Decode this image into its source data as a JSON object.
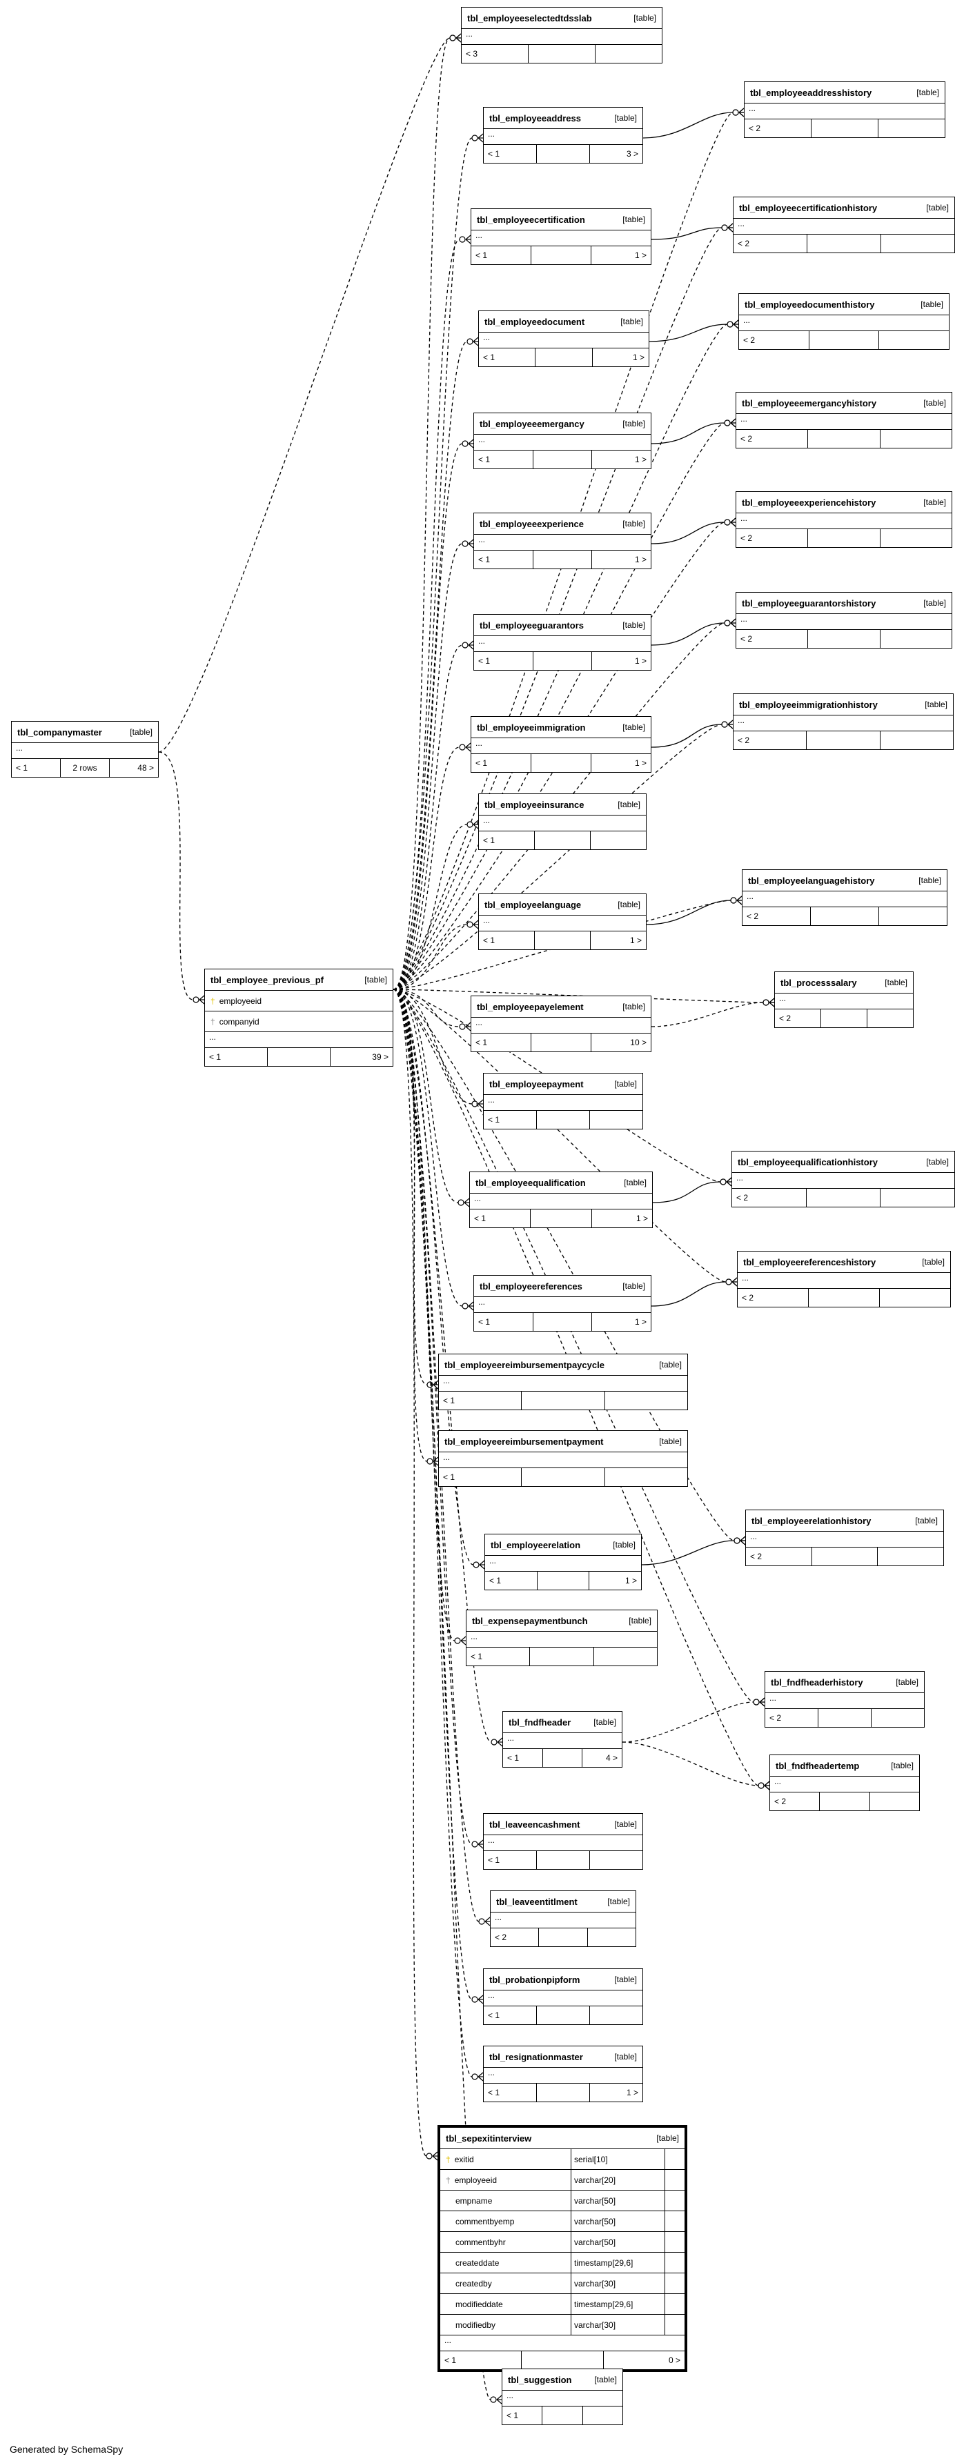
{
  "footer": {
    "generated_by": "Generated by SchemaSpy"
  },
  "type_label": "[table]",
  "ellipsis": "...",
  "tables": [
    {
      "id": "t_selectedtdsslab",
      "name": "tbl_employeeselectedtdsslab",
      "foot": [
        "< 3",
        "",
        ""
      ],
      "cols": []
    },
    {
      "id": "t_addresshistory",
      "name": "tbl_employeeaddresshistory",
      "foot": [
        "< 2",
        "",
        ""
      ],
      "cols": []
    },
    {
      "id": "t_address",
      "name": "tbl_employeeaddress",
      "foot": [
        "< 1",
        "",
        "3 >"
      ],
      "cols": []
    },
    {
      "id": "t_certhistory",
      "name": "tbl_employeecertificationhistory",
      "foot": [
        "< 2",
        "",
        ""
      ],
      "cols": []
    },
    {
      "id": "t_cert",
      "name": "tbl_employeecertification",
      "foot": [
        "< 1",
        "",
        "1 >"
      ],
      "cols": []
    },
    {
      "id": "t_dochistory",
      "name": "tbl_employeedocumenthistory",
      "foot": [
        "< 2",
        "",
        ""
      ],
      "cols": []
    },
    {
      "id": "t_doc",
      "name": "tbl_employeedocument",
      "foot": [
        "< 1",
        "",
        "1 >"
      ],
      "cols": []
    },
    {
      "id": "t_emerghistory",
      "name": "tbl_employeeemergancyhistory",
      "foot": [
        "< 2",
        "",
        ""
      ],
      "cols": []
    },
    {
      "id": "t_emerg",
      "name": "tbl_employeeemergancy",
      "foot": [
        "< 1",
        "",
        "1 >"
      ],
      "cols": []
    },
    {
      "id": "t_exphistory",
      "name": "tbl_employeeexperiencehistory",
      "foot": [
        "< 2",
        "",
        ""
      ],
      "cols": []
    },
    {
      "id": "t_exp",
      "name": "tbl_employeeexperience",
      "foot": [
        "< 1",
        "",
        "1 >"
      ],
      "cols": []
    },
    {
      "id": "t_guarhistory",
      "name": "tbl_employeeguarantorshistory",
      "foot": [
        "< 2",
        "",
        ""
      ],
      "cols": []
    },
    {
      "id": "t_guar",
      "name": "tbl_employeeguarantors",
      "foot": [
        "< 1",
        "",
        "1 >"
      ],
      "cols": []
    },
    {
      "id": "t_companymaster",
      "name": "tbl_companymaster",
      "foot": [
        "< 1",
        "2 rows",
        "48 >"
      ],
      "cols": []
    },
    {
      "id": "t_immighistory",
      "name": "tbl_employeeimmigrationhistory",
      "foot": [
        "< 2",
        "",
        ""
      ],
      "cols": []
    },
    {
      "id": "t_immig",
      "name": "tbl_employeeimmigration",
      "foot": [
        "< 1",
        "",
        "1 >"
      ],
      "cols": []
    },
    {
      "id": "t_insurance",
      "name": "tbl_employeeinsurance",
      "foot": [
        "< 1",
        "",
        ""
      ],
      "cols": []
    },
    {
      "id": "t_langhistory",
      "name": "tbl_employeelanguagehistory",
      "foot": [
        "< 2",
        "",
        ""
      ],
      "cols": []
    },
    {
      "id": "t_lang",
      "name": "tbl_employeelanguage",
      "foot": [
        "< 1",
        "",
        "1 >"
      ],
      "cols": []
    },
    {
      "id": "t_prevpf",
      "name": "tbl_employee_previous_pf",
      "foot": [
        "< 1",
        "",
        "39 >"
      ],
      "cols": [
        {
          "name": "employeeid",
          "key": "pk"
        },
        {
          "name": "companyid",
          "key": "fk"
        }
      ]
    },
    {
      "id": "t_processsalary",
      "name": "tbl_processsalary",
      "foot": [
        "< 2",
        "",
        ""
      ],
      "cols": []
    },
    {
      "id": "t_payelement",
      "name": "tbl_employeepayelement",
      "foot": [
        "< 1",
        "",
        "10 >"
      ],
      "cols": []
    },
    {
      "id": "t_payment",
      "name": "tbl_employeepayment",
      "foot": [
        "< 1",
        "",
        ""
      ],
      "cols": []
    },
    {
      "id": "t_qualhistory",
      "name": "tbl_employeequalificationhistory",
      "foot": [
        "< 2",
        "",
        ""
      ],
      "cols": []
    },
    {
      "id": "t_qual",
      "name": "tbl_employeequalification",
      "foot": [
        "< 1",
        "",
        "1 >"
      ],
      "cols": []
    },
    {
      "id": "t_refhistory",
      "name": "tbl_employeereferenceshistory",
      "foot": [
        "< 2",
        "",
        ""
      ],
      "cols": []
    },
    {
      "id": "t_ref",
      "name": "tbl_employeereferences",
      "foot": [
        "< 1",
        "",
        "1 >"
      ],
      "cols": []
    },
    {
      "id": "t_reimbcycle",
      "name": "tbl_employeereimbursementpaycycle",
      "foot": [
        "< 1",
        "",
        ""
      ],
      "cols": []
    },
    {
      "id": "t_reimbpay",
      "name": "tbl_employeereimbursementpayment",
      "foot": [
        "< 1",
        "",
        ""
      ],
      "cols": []
    },
    {
      "id": "t_relhistory",
      "name": "tbl_employeerelationhistory",
      "foot": [
        "< 2",
        "",
        ""
      ],
      "cols": []
    },
    {
      "id": "t_rel",
      "name": "tbl_employeerelation",
      "foot": [
        "< 1",
        "",
        "1 >"
      ],
      "cols": []
    },
    {
      "id": "t_expbunch",
      "name": "tbl_expensepaymentbunch",
      "foot": [
        "< 1",
        "",
        ""
      ],
      "cols": []
    },
    {
      "id": "t_fndfhistory",
      "name": "tbl_fndfheaderhistory",
      "foot": [
        "< 2",
        "",
        ""
      ],
      "cols": []
    },
    {
      "id": "t_fndf",
      "name": "tbl_fndfheader",
      "foot": [
        "< 1",
        "",
        "4 >"
      ],
      "cols": []
    },
    {
      "id": "t_fndftemp",
      "name": "tbl_fndfheadertemp",
      "foot": [
        "< 2",
        "",
        ""
      ],
      "cols": []
    },
    {
      "id": "t_leaveencash",
      "name": "tbl_leaveencashment",
      "foot": [
        "< 1",
        "",
        ""
      ],
      "cols": []
    },
    {
      "id": "t_leaveent",
      "name": "tbl_leaveentitlment",
      "foot": [
        "< 2",
        "",
        ""
      ],
      "cols": []
    },
    {
      "id": "t_probation",
      "name": "tbl_probationpipform",
      "foot": [
        "< 1",
        "",
        ""
      ],
      "cols": []
    },
    {
      "id": "t_resign",
      "name": "tbl_resignationmaster",
      "foot": [
        "< 1",
        "",
        "1 >"
      ],
      "cols": []
    },
    {
      "id": "t_sepexit",
      "name": "tbl_sepexitinterview",
      "foot": [
        "< 1",
        "",
        "0 >"
      ],
      "cols": [
        {
          "name": "exitid",
          "type": "serial[10]",
          "key": "pk"
        },
        {
          "name": "employeeid",
          "type": "varchar[20]",
          "key": "fk"
        },
        {
          "name": "empname",
          "type": "varchar[50]",
          "key": ""
        },
        {
          "name": "commentbyemp",
          "type": "varchar[50]",
          "key": ""
        },
        {
          "name": "commentbyhr",
          "type": "varchar[50]",
          "key": ""
        },
        {
          "name": "createddate",
          "type": "timestamp[29,6]",
          "key": ""
        },
        {
          "name": "createdby",
          "type": "varchar[30]",
          "key": ""
        },
        {
          "name": "modifieddate",
          "type": "timestamp[29,6]",
          "key": ""
        },
        {
          "name": "modifiedby",
          "type": "varchar[30]",
          "key": ""
        }
      ]
    },
    {
      "id": "t_suggestion",
      "name": "tbl_suggestion",
      "foot": [
        "< 1",
        "",
        ""
      ],
      "cols": []
    }
  ],
  "relationships": [
    [
      "t_addresshistory",
      "t_address"
    ],
    [
      "t_certhistory",
      "t_cert"
    ],
    [
      "t_dochistory",
      "t_doc"
    ],
    [
      "t_emerghistory",
      "t_emerg"
    ],
    [
      "t_exphistory",
      "t_exp"
    ],
    [
      "t_guarhistory",
      "t_guar"
    ],
    [
      "t_immighistory",
      "t_immig"
    ],
    [
      "t_langhistory",
      "t_lang"
    ],
    [
      "t_qualhistory",
      "t_qual"
    ],
    [
      "t_refhistory",
      "t_ref"
    ],
    [
      "t_relhistory",
      "t_rel"
    ]
  ],
  "implied_relationships": [
    [
      "t_selectedtdsslab",
      "t_companymaster"
    ],
    [
      "t_prevpf",
      "t_companymaster"
    ],
    [
      "t_selectedtdsslab",
      "t_prevpf"
    ],
    [
      "t_address",
      "t_prevpf"
    ],
    [
      "t_addresshistory",
      "t_prevpf"
    ],
    [
      "t_cert",
      "t_prevpf"
    ],
    [
      "t_certhistory",
      "t_prevpf"
    ],
    [
      "t_doc",
      "t_prevpf"
    ],
    [
      "t_dochistory",
      "t_prevpf"
    ],
    [
      "t_emerg",
      "t_prevpf"
    ],
    [
      "t_emerghistory",
      "t_prevpf"
    ],
    [
      "t_exp",
      "t_prevpf"
    ],
    [
      "t_exphistory",
      "t_prevpf"
    ],
    [
      "t_guar",
      "t_prevpf"
    ],
    [
      "t_guarhistory",
      "t_prevpf"
    ],
    [
      "t_immig",
      "t_prevpf"
    ],
    [
      "t_immighistory",
      "t_prevpf"
    ],
    [
      "t_insurance",
      "t_prevpf"
    ],
    [
      "t_lang",
      "t_prevpf"
    ],
    [
      "t_langhistory",
      "t_prevpf"
    ],
    [
      "t_payelement",
      "t_prevpf"
    ],
    [
      "t_processsalary",
      "t_prevpf"
    ],
    [
      "t_processsalary",
      "t_payelement"
    ],
    [
      "t_payment",
      "t_prevpf"
    ],
    [
      "t_qual",
      "t_prevpf"
    ],
    [
      "t_qualhistory",
      "t_prevpf"
    ],
    [
      "t_ref",
      "t_prevpf"
    ],
    [
      "t_refhistory",
      "t_prevpf"
    ],
    [
      "t_reimbcycle",
      "t_prevpf"
    ],
    [
      "t_reimbpay",
      "t_prevpf"
    ],
    [
      "t_rel",
      "t_prevpf"
    ],
    [
      "t_relhistory",
      "t_prevpf"
    ],
    [
      "t_expbunch",
      "t_prevpf"
    ],
    [
      "t_fndf",
      "t_prevpf"
    ],
    [
      "t_fndfhistory",
      "t_prevpf"
    ],
    [
      "t_fndfhistory",
      "t_fndf"
    ],
    [
      "t_fndftemp",
      "t_prevpf"
    ],
    [
      "t_fndftemp",
      "t_fndf"
    ],
    [
      "t_leaveencash",
      "t_prevpf"
    ],
    [
      "t_leaveent",
      "t_prevpf"
    ],
    [
      "t_probation",
      "t_prevpf"
    ],
    [
      "t_resign",
      "t_prevpf"
    ],
    [
      "t_sepexit",
      "t_prevpf"
    ],
    [
      "t_suggestion",
      "t_prevpf"
    ]
  ]
}
